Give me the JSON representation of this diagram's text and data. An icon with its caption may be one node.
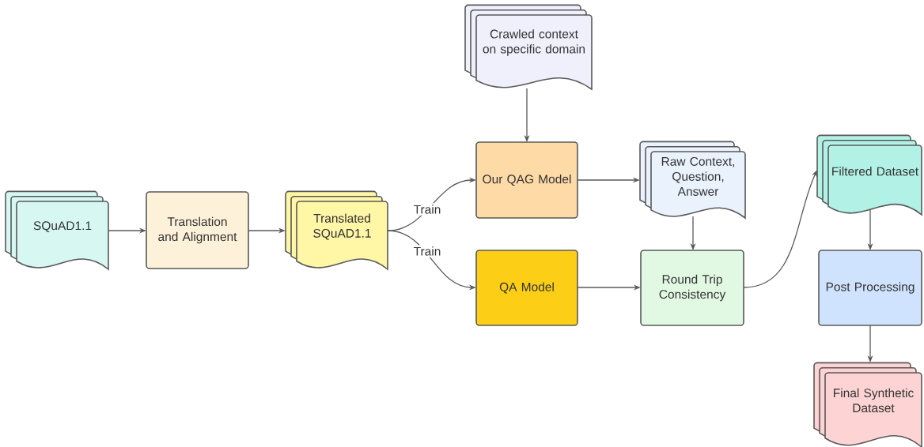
{
  "diagram": {
    "nodes": [
      {
        "text": [
          "SQuAD1.1"
        ]
      },
      {
        "text": [
          "Translation and Alignment"
        ]
      },
      {
        "text": [
          "Translated SQuAD1.1"
        ]
      },
      {
        "text": [
          "Crawled context on specific domain"
        ]
      },
      {
        "text": [
          "Our QAG Model"
        ]
      },
      {
        "text": [
          "QA Model"
        ]
      },
      {
        "text": [
          "Raw Context, Question, Answer"
        ]
      },
      {
        "text": [
          "Round Trip Consistency"
        ]
      },
      {
        "text": [
          "Filtered Dataset"
        ]
      },
      {
        "text": [
          "Post Processing"
        ]
      },
      {
        "text": [
          "Final Synthetic Dataset"
        ]
      }
    ],
    "edges": [
      {
        "from": 0,
        "to": 1,
        "arrow": "to"
      },
      {
        "from": 1,
        "to": 2,
        "arrow": "to"
      },
      {
        "from": 2,
        "to": 4,
        "arrow": "to",
        "label": "Train"
      },
      {
        "from": 2,
        "to": 5,
        "arrow": "to",
        "label": "Train"
      },
      {
        "from": 3,
        "to": 4,
        "arrow": "to"
      },
      {
        "from": 4,
        "to": 6,
        "arrow": "to"
      },
      {
        "from": 6,
        "to": 7,
        "arrow": "to"
      },
      {
        "from": 5,
        "to": 7,
        "arrow": "to"
      },
      {
        "from": 7,
        "to": 8,
        "arrow": "to"
      },
      {
        "from": 8,
        "to": 9,
        "arrow": "to"
      },
      {
        "from": 9,
        "to": 10,
        "arrow": "to"
      }
    ]
  }
}
